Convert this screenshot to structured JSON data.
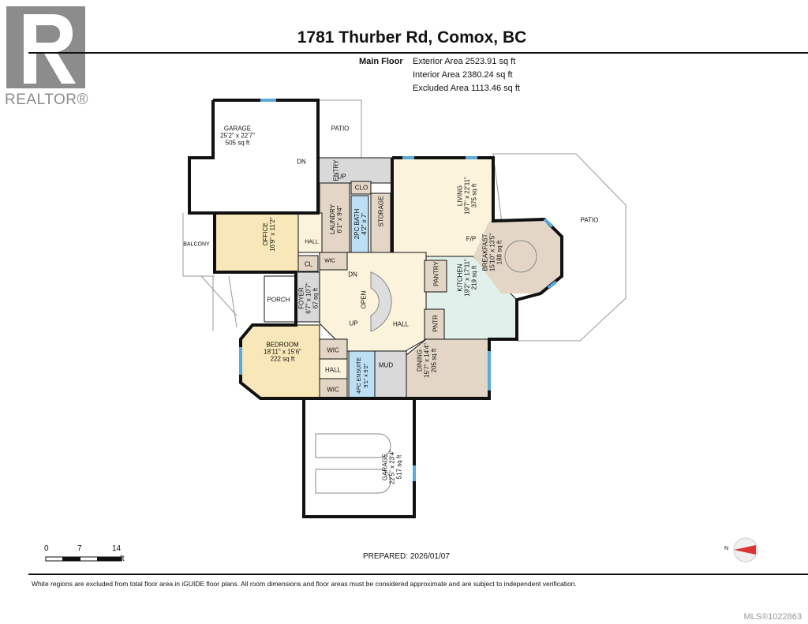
{
  "logo": {
    "text": "REALTOR®"
  },
  "header": {
    "title": "1781 Thurber Rd, Comox, BC",
    "floor": "Main Floor",
    "areas": [
      "Exterior Area 2523.91 sq ft",
      "Interior Area 2380.24 sq ft",
      "Excluded Area 1113.46 sq ft"
    ]
  },
  "rooms": {
    "garage_top": {
      "name": "GARAGE",
      "dims": "25'2\" x 22'7\"",
      "area": "505 sq ft"
    },
    "patio_top": "PATIO",
    "entry": "ENTRY",
    "up": "UP",
    "dn": "DN",
    "clo": "CLO",
    "laundry": {
      "name": "LAUNDRY",
      "dims": "6'1\" x 9'4\""
    },
    "bath2": {
      "name": "2PC BATH",
      "dims": "4'2\" x 7'"
    },
    "storage": "STORAGE",
    "balcony": "BALCONY",
    "office": {
      "name": "OFFICE",
      "dims": "16'9\" x 11'2\""
    },
    "hall": "HALL",
    "wic": "WIC",
    "cl": "CL",
    "living": {
      "name": "LIVING",
      "dims": "19'7\" x 22'11\"",
      "area": "375 sq ft"
    },
    "fp": "F/P",
    "patio_right": "PATIO",
    "breakfast": {
      "name": "BREAKFAST",
      "dims": "15'10\" x 13'5\"",
      "area": "188 sq ft"
    },
    "kitchen": {
      "name": "KITCHEN",
      "dims": "19'2\" x 17'11\"",
      "area": "219 sq ft"
    },
    "pantry": "PANTRY",
    "pntr": "PNTR",
    "porch": "PORCH",
    "foyer": {
      "name": "FOYER",
      "dims": "6'7\" x 10'7\"",
      "area": "67 sq ft"
    },
    "open": "OPEN",
    "stair_up": "UP",
    "stair_dn": "DN",
    "main_hall": "HALL",
    "bedroom": {
      "name": "BEDROOM",
      "dims": "18'11\" x 15'6\"",
      "area": "222 sq ft"
    },
    "wic1": "WIC",
    "hall2": "HALL",
    "wic2": "WIC",
    "ensuite": {
      "name": "4PC ENSUITE",
      "dims": "9'1\" x 9'2\""
    },
    "mud": "MUD",
    "dining": {
      "name": "DINING",
      "dims": "15'7\" x 14'4\"",
      "area": "205 sq ft"
    },
    "garage_bottom": {
      "name": "GARAGE",
      "dims": "22'5\" x 23'4\"",
      "area": "517 sq ft"
    }
  },
  "scale": {
    "ticks": [
      "0",
      "7",
      "14"
    ],
    "unit": "ft"
  },
  "prepared": "PREPARED: 2026/01/07",
  "compass": {
    "label": "N"
  },
  "disclaimer": "White regions are excluded from total floor area in iGUIDE floor plans. All room dimensions and floor areas must be considered approximate and are subject to independent verification.",
  "mls": "MLS®1022863",
  "colors": {
    "living": "#fbf3dc",
    "office": "#f8e7b8",
    "tan": "#e3d6c6",
    "bath": "#bcdff3",
    "kitchen": "#e1f0ea",
    "gray": "#d9d9d9",
    "window": "#5aa9d6",
    "wall": "#111111"
  }
}
